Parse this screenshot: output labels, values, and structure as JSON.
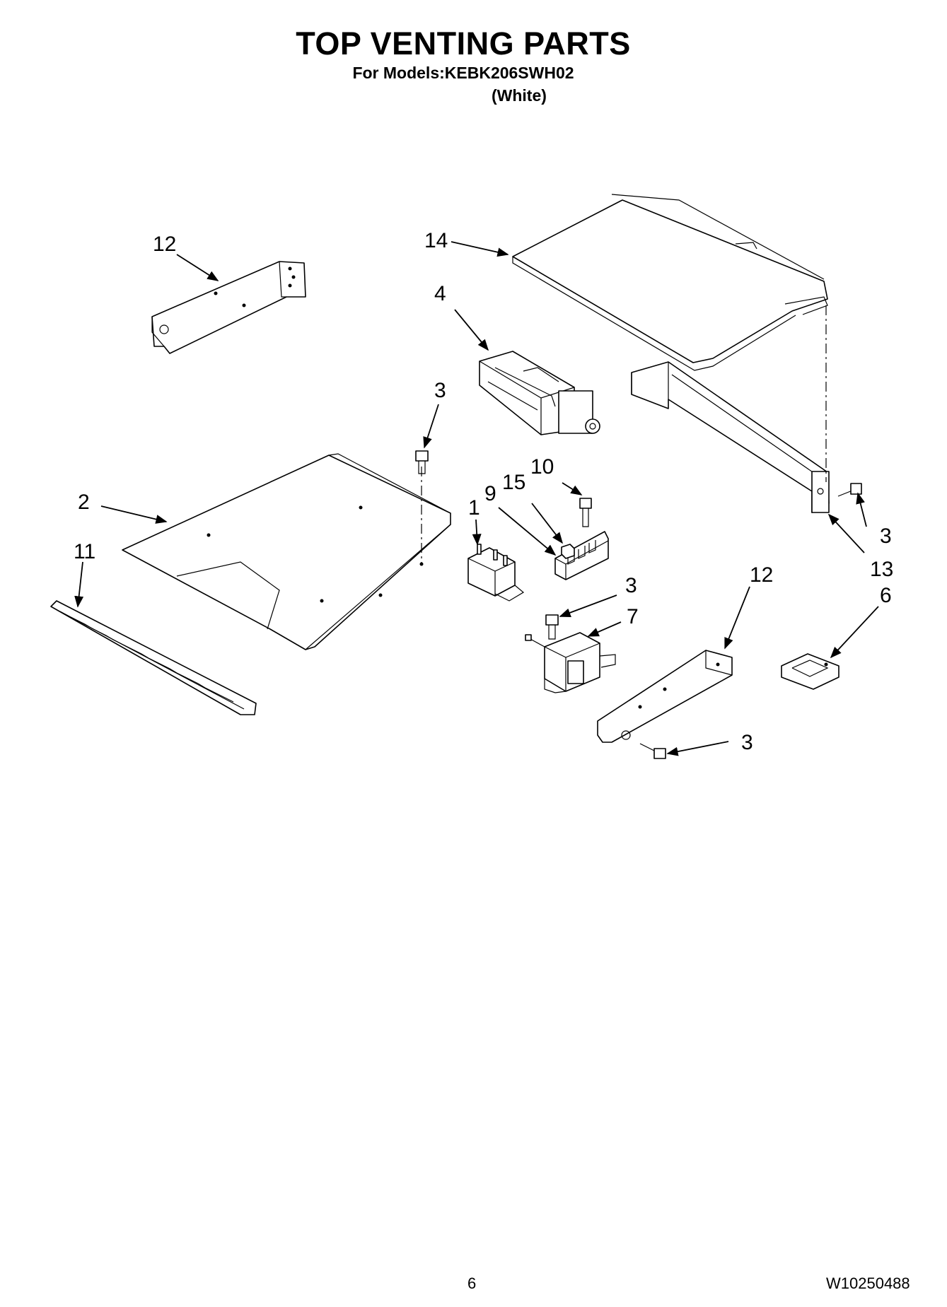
{
  "header": {
    "title": "TOP VENTING PARTS",
    "models_line": "For Models:KEBK206SWH02",
    "color_line": "(White)"
  },
  "callouts": {
    "c1": "1",
    "c2": "2",
    "c3a": "3",
    "c3b": "3",
    "c3c": "3",
    "c3d": "3",
    "c4": "4",
    "c6": "6",
    "c7": "7",
    "c9": "9",
    "c10": "10",
    "c11": "11",
    "c12a": "12",
    "c12b": "12",
    "c13": "13",
    "c14": "14",
    "c15": "15"
  },
  "footer": {
    "page_number": "6",
    "document_number": "W10250488"
  }
}
